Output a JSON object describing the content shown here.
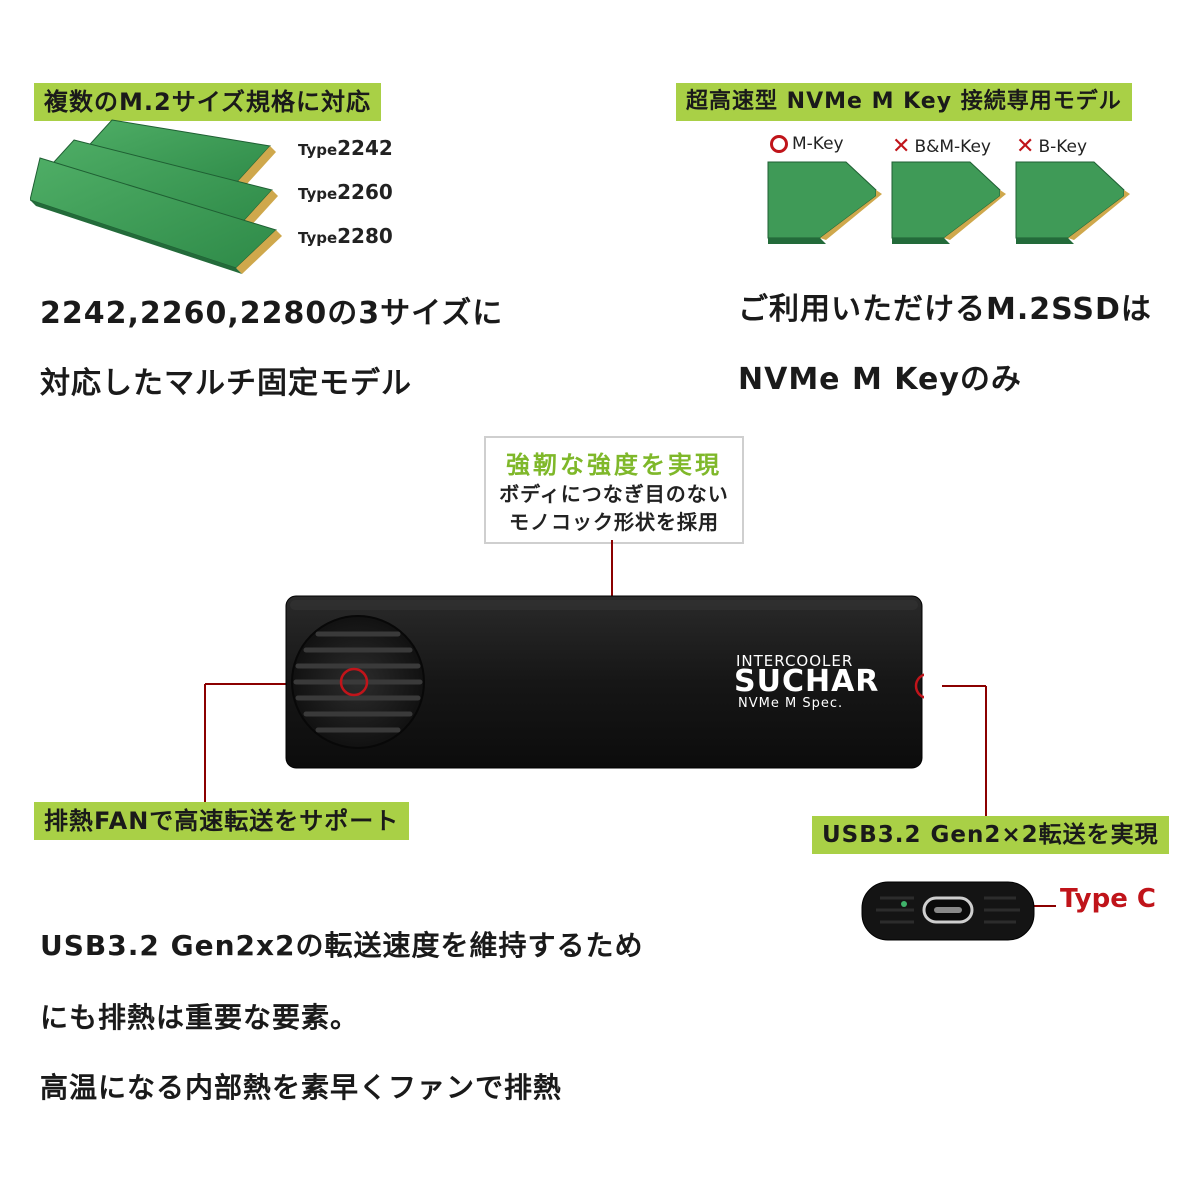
{
  "top_left": {
    "label": "複数のM.2サイズ規格に対応",
    "types": [
      {
        "prefix": "Type",
        "size": "2242"
      },
      {
        "prefix": "Type",
        "size": "2260"
      },
      {
        "prefix": "Type",
        "size": "2280"
      }
    ],
    "text_line1": "2242,2260,2280の3サイズに",
    "text_line2": "対応したマルチ固定モデル"
  },
  "top_right": {
    "label": "超高速型 NVMe M Key 接続専用モデル",
    "keys": [
      {
        "mark": "○",
        "name": "M-Key",
        "mark_color": "#c0141a"
      },
      {
        "mark": "✕",
        "name": "B&M-Key",
        "mark_color": "#c0141a"
      },
      {
        "mark": "✕",
        "name": "B-Key",
        "mark_color": "#c0141a"
      }
    ],
    "text_line1": "ご利用いただけるM.2SSDは",
    "text_line2": "NVMe M Keyのみ"
  },
  "callout": {
    "title": "強靭な強度を実現",
    "line1": "ボディにつなぎ目のない",
    "line2": "モノコック形状を採用"
  },
  "device": {
    "brand_top": "INTERCOOLER",
    "brand_main": "SUCHAR",
    "brand_sub": "NVMe M Spec."
  },
  "fan_label": "排熱FANで高速転送をサポート",
  "usb_label": "USB3.2 Gen2×2転送を実現",
  "type_c": "Type C",
  "bottom_text": {
    "line1": "USB3.2 Gen2x2の転送速度を維持するため",
    "line2": "にも排熱は重要な要素。",
    "line3": "高温になる内部熱を素早くファンで排熱"
  },
  "colors": {
    "label_green": "#a9d046",
    "pcb_green": "#3f9a57",
    "gold": "#d8b65a",
    "accent_red": "#c0141a",
    "device_black": "#151515"
  }
}
